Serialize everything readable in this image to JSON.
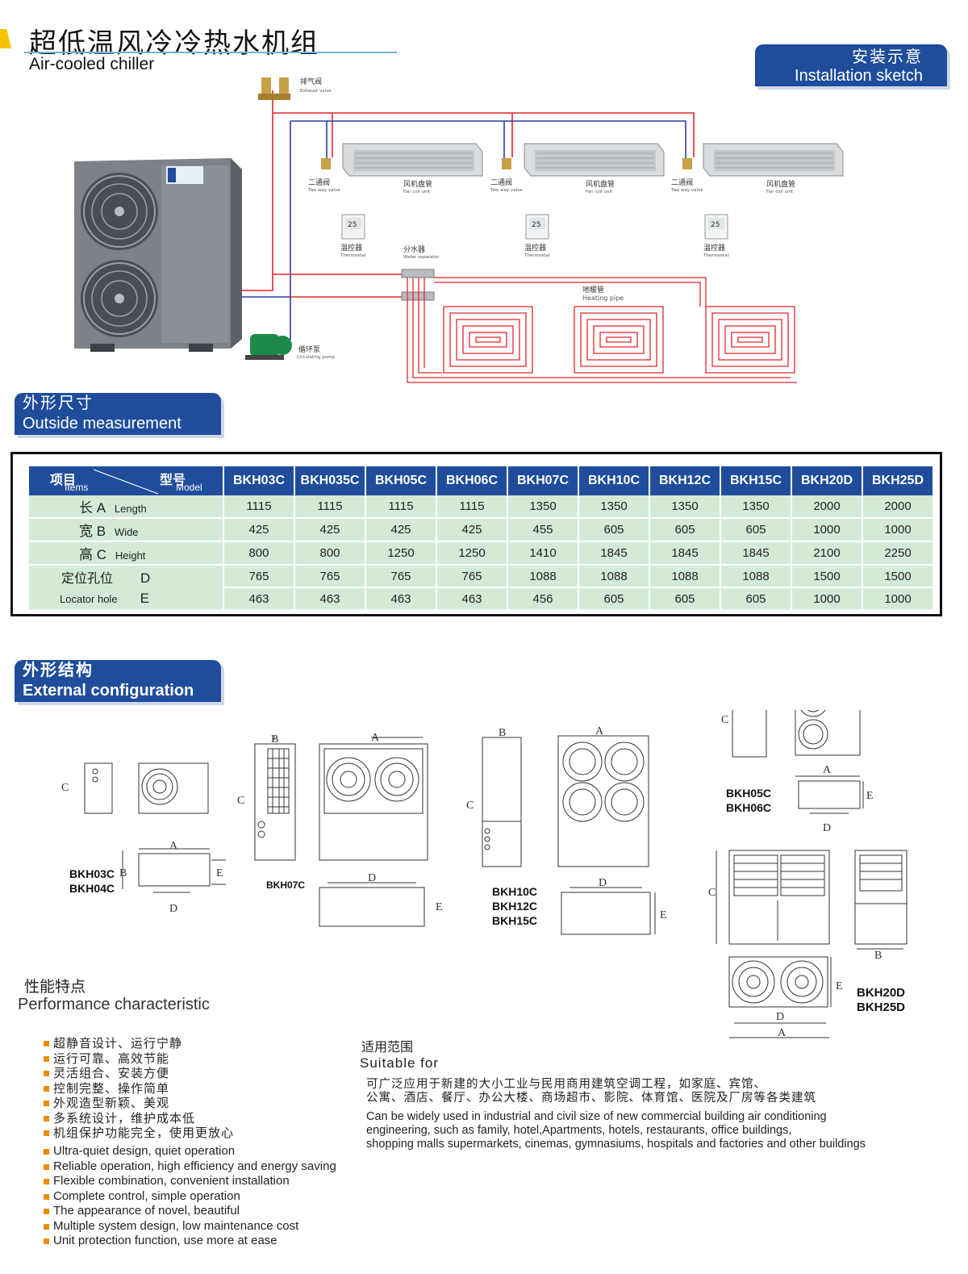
{
  "header": {
    "title_cn": "超低温风冷冷热水机组",
    "title_en": "Air-cooled chiller"
  },
  "installation": {
    "badge_cn": "安装示意",
    "badge_en": "Installation sketch",
    "labels": {
      "exhaust_cn": "排气阀",
      "exhaust_en": "Exhaust valve",
      "twoway_cn": "二通阀",
      "twoway_en": "Two way valve",
      "fancoil_cn": "风机盘管",
      "fancoil_en": "Fan coil unit",
      "thermostat_cn": "温控器",
      "thermostat_en": "Thermostat",
      "separator_cn": "分水器",
      "separator_en": "Water separator",
      "heating_cn": "地暖管",
      "heating_en": "Heating pipe",
      "pump_cn": "循环泵",
      "pump_en": "Circulating pump",
      "thermostat_display": "25"
    }
  },
  "measurement": {
    "badge_cn": "外形尺寸",
    "badge_en": "Outside measurement",
    "header": {
      "items_cn": "项目",
      "items_en": "Items",
      "model_cn": "型号",
      "model_en": "Model"
    },
    "models": [
      "BKH03C",
      "BKH035C",
      "BKH05C",
      "BKH06C",
      "BKH07C",
      "BKH10C",
      "BKH12C",
      "BKH15C",
      "BKH20D",
      "BKH25D"
    ],
    "rows": [
      {
        "cn": "长 A",
        "en": "Length",
        "values": [
          "1115",
          "1115",
          "1115",
          "1115",
          "1350",
          "1350",
          "1350",
          "1350",
          "2000",
          "2000"
        ]
      },
      {
        "cn": "宽 B",
        "en": "Wide",
        "values": [
          "425",
          "425",
          "425",
          "425",
          "455",
          "605",
          "605",
          "605",
          "1000",
          "1000"
        ]
      },
      {
        "cn": "高 C",
        "en": "Height",
        "values": [
          "800",
          "800",
          "1250",
          "1250",
          "1410",
          "1845",
          "1845",
          "1845",
          "2100",
          "2250"
        ]
      },
      {
        "cn": "定位孔位",
        "en": "Locator hole",
        "sub": "D",
        "values": [
          "765",
          "765",
          "765",
          "765",
          "1088",
          "1088",
          "1088",
          "1088",
          "1500",
          "1500"
        ]
      },
      {
        "sub": "E",
        "values": [
          "463",
          "463",
          "463",
          "463",
          "456",
          "605",
          "605",
          "605",
          "1000",
          "1000"
        ]
      }
    ]
  },
  "configuration": {
    "badge_cn": "外形结构",
    "badge_en": "External configuration",
    "groups": [
      {
        "models": [
          "BKH03C",
          "BKH04C"
        ]
      },
      {
        "models": [
          "BKH07C"
        ]
      },
      {
        "models": [
          "BKH10C",
          "BKH12C",
          "BKH15C"
        ]
      },
      {
        "models": [
          "BKH05C",
          "BKH06C"
        ]
      },
      {
        "models": [
          "BKH20D",
          "BKH25D"
        ]
      }
    ],
    "dim_labels": {
      "a": "A",
      "b": "B",
      "c": "C",
      "d": "D",
      "e": "E"
    }
  },
  "performance": {
    "title_cn": "性能特点",
    "title_en": "Performance characteristic",
    "features_cn": [
      "超静音设计、运行宁静",
      "运行可靠、高效节能",
      "灵活组合、安装方便",
      "控制完整、操作简单",
      "外观造型新颖、美观",
      "多系统设计，维护成本低",
      "机组保护功能完全，使用更放心"
    ],
    "features_en": [
      "Ultra-quiet design, quiet operation",
      "Reliable operation, high efficiency and energy saving",
      "Flexible combination, convenient installation",
      "Complete control, simple operation",
      "The appearance of novel, beautiful",
      "Multiple system design, low maintenance cost",
      "Unit protection function, use more at ease"
    ]
  },
  "suitable": {
    "title_cn": "适用范围",
    "title_en": "Suitable for",
    "text_cn_1": "可广泛应用于新建的大小工业与民用商用建筑空调工程，如家庭、宾馆、",
    "text_cn_2": "公寓、酒店、餐厅、办公大楼、商场超市、影院、体育馆、医院及厂房等各类建筑",
    "text_en_1": "Can be widely used in industrial and civil size of new commercial building air conditioning",
    "text_en_2": "engineering, such as family, hotel,Apartments, hotels, restaurants, office buildings,",
    "text_en_3": "shopping malls supermarkets, cinemas, gymnasiums, hospitals and factories and other buildings"
  },
  "colors": {
    "brand_blue": "#1f4d9c",
    "table_row": "#d3ebd6",
    "pipe_red": "#e3262b",
    "pipe_blue": "#2b3f9e"
  }
}
